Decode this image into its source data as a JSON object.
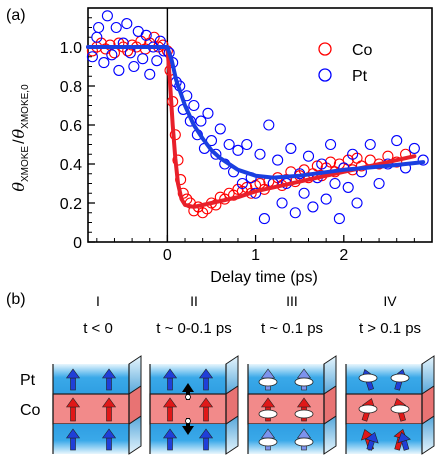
{
  "panel_a": {
    "label": "(a)",
    "xlabel": "Delay time (ps)",
    "ylabel_theta": "θ",
    "ylabel_num_sub": "XMOKE",
    "ylabel_den_sub": "XMOKE,0",
    "ylabel_slash": "/"
  },
  "panel_b": {
    "label": "(b)",
    "layer_labels": {
      "top": "Pt",
      "middle": "Co"
    },
    "stages": [
      {
        "numeral": "I",
        "condition": "t < 0"
      },
      {
        "numeral": "II",
        "condition": "t ~ 0-0.1 ps"
      },
      {
        "numeral": "III",
        "condition": "t ~ 0.1 ps"
      },
      {
        "numeral": "IV",
        "condition": "t > 0.1 ps"
      }
    ]
  },
  "colors": {
    "co": "#ff0000",
    "pt": "#0000ff",
    "co_fit": "#e8202a",
    "pt_fit": "#1a3fe0",
    "pt_layer": "#33a6e8",
    "co_layer": "#f28a8a"
  },
  "chart_data": {
    "type": "scatter",
    "xlabel": "Delay time (ps)",
    "ylabel": "θXMOKE / θXMOKE,0",
    "xlim": [
      -0.9,
      3.0
    ],
    "ylim": [
      0.0,
      1.2
    ],
    "x_ticks": [
      0,
      1,
      2
    ],
    "x_tick_labels": [
      "0",
      "1",
      "2"
    ],
    "y_ticks": [
      0.0,
      0.2,
      0.4,
      0.6,
      0.8,
      1.0
    ],
    "y_tick_labels": [
      "0",
      "0.2",
      "0.4",
      "0.6",
      "0.8",
      "1.0"
    ],
    "legend_position": "top-right",
    "series": [
      {
        "name": "Co",
        "color": "#ff0000",
        "marker": "open-circle",
        "points": [
          [
            -0.85,
            0.98
          ],
          [
            -0.8,
            1.0
          ],
          [
            -0.75,
            1.02
          ],
          [
            -0.7,
            0.99
          ],
          [
            -0.65,
            1.01
          ],
          [
            -0.6,
            0.97
          ],
          [
            -0.55,
            1.02
          ],
          [
            -0.5,
            1.0
          ],
          [
            -0.45,
            0.98
          ],
          [
            -0.4,
            1.01
          ],
          [
            -0.35,
            1.0
          ],
          [
            -0.3,
            1.03
          ],
          [
            -0.25,
            0.99
          ],
          [
            -0.2,
            1.02
          ],
          [
            -0.15,
            1.05
          ],
          [
            -0.1,
            1.0
          ],
          [
            -0.05,
            1.01
          ],
          [
            0.0,
            0.98
          ],
          [
            0.03,
            0.88
          ],
          [
            0.06,
            0.72
          ],
          [
            0.09,
            0.55
          ],
          [
            0.12,
            0.42
          ],
          [
            0.15,
            0.32
          ],
          [
            0.18,
            0.25
          ],
          [
            0.22,
            0.22
          ],
          [
            0.26,
            0.2
          ],
          [
            0.3,
            0.16
          ],
          [
            0.35,
            0.18
          ],
          [
            0.4,
            0.15
          ],
          [
            0.45,
            0.17
          ],
          [
            0.5,
            0.2
          ],
          [
            0.55,
            0.19
          ],
          [
            0.6,
            0.23
          ],
          [
            0.65,
            0.22
          ],
          [
            0.7,
            0.25
          ],
          [
            0.75,
            0.24
          ],
          [
            0.8,
            0.27
          ],
          [
            0.85,
            0.26
          ],
          [
            0.9,
            0.28
          ],
          [
            0.95,
            0.25
          ],
          [
            1.0,
            0.29
          ],
          [
            1.05,
            0.3
          ],
          [
            1.1,
            0.27
          ],
          [
            1.15,
            0.31
          ],
          [
            1.2,
            0.3
          ],
          [
            1.25,
            0.33
          ],
          [
            1.3,
            0.29
          ],
          [
            1.35,
            0.32
          ],
          [
            1.4,
            0.36
          ],
          [
            1.45,
            0.31
          ],
          [
            1.5,
            0.34
          ],
          [
            1.55,
            0.37
          ],
          [
            1.6,
            0.33
          ],
          [
            1.65,
            0.35
          ],
          [
            1.7,
            0.39
          ],
          [
            1.75,
            0.34
          ],
          [
            1.8,
            0.38
          ],
          [
            1.85,
            0.41
          ],
          [
            1.9,
            0.36
          ],
          [
            1.95,
            0.4
          ],
          [
            2.0,
            0.38
          ],
          [
            2.05,
            0.42
          ],
          [
            2.1,
            0.37
          ],
          [
            2.15,
            0.43
          ],
          [
            2.2,
            0.39
          ],
          [
            2.3,
            0.42
          ],
          [
            2.4,
            0.4
          ],
          [
            2.5,
            0.44
          ],
          [
            2.6,
            0.41
          ],
          [
            2.7,
            0.45
          ]
        ],
        "fit": [
          [
            -0.9,
            1.0
          ],
          [
            0.0,
            1.0
          ],
          [
            0.03,
            0.82
          ],
          [
            0.06,
            0.6
          ],
          [
            0.09,
            0.43
          ],
          [
            0.12,
            0.3
          ],
          [
            0.16,
            0.22
          ],
          [
            0.2,
            0.19
          ],
          [
            0.3,
            0.18
          ],
          [
            0.5,
            0.2
          ],
          [
            0.8,
            0.23
          ],
          [
            1.0,
            0.26
          ],
          [
            1.5,
            0.31
          ],
          [
            2.0,
            0.36
          ],
          [
            2.5,
            0.41
          ],
          [
            2.8,
            0.44
          ]
        ]
      },
      {
        "name": "Pt",
        "color": "#0000ff",
        "marker": "open-circle",
        "points": [
          [
            -0.85,
            0.95
          ],
          [
            -0.8,
            1.05
          ],
          [
            -0.78,
            1.1
          ],
          [
            -0.72,
            0.92
          ],
          [
            -0.68,
            1.16
          ],
          [
            -0.63,
            0.96
          ],
          [
            -0.58,
            1.1
          ],
          [
            -0.55,
            0.88
          ],
          [
            -0.5,
            1.02
          ],
          [
            -0.46,
            1.12
          ],
          [
            -0.42,
            0.97
          ],
          [
            -0.38,
            0.9
          ],
          [
            -0.33,
            1.08
          ],
          [
            -0.28,
            0.94
          ],
          [
            -0.24,
            1.06
          ],
          [
            -0.2,
            0.86
          ],
          [
            -0.16,
            1.0
          ],
          [
            -0.12,
            0.93
          ],
          [
            -0.08,
            1.03
          ],
          [
            -0.04,
            0.98
          ],
          [
            0.02,
            0.97
          ],
          [
            0.06,
            0.92
          ],
          [
            0.1,
            0.82
          ],
          [
            0.14,
            0.8
          ],
          [
            0.18,
            0.68
          ],
          [
            0.22,
            0.75
          ],
          [
            0.26,
            0.62
          ],
          [
            0.3,
            0.7
          ],
          [
            0.34,
            0.55
          ],
          [
            0.38,
            0.62
          ],
          [
            0.42,
            0.48
          ],
          [
            0.46,
            0.66
          ],
          [
            0.5,
            0.52
          ],
          [
            0.55,
            0.45
          ],
          [
            0.6,
            0.58
          ],
          [
            0.65,
            0.4
          ],
          [
            0.7,
            0.5
          ],
          [
            0.75,
            0.36
          ],
          [
            0.8,
            0.47
          ],
          [
            0.85,
            0.3
          ],
          [
            0.9,
            0.5
          ],
          [
            0.95,
            0.33
          ],
          [
            1.0,
            0.25
          ],
          [
            1.05,
            0.45
          ],
          [
            1.1,
            0.12
          ],
          [
            1.15,
            0.6
          ],
          [
            1.2,
            0.3
          ],
          [
            1.25,
            0.42
          ],
          [
            1.3,
            0.2
          ],
          [
            1.35,
            0.3
          ],
          [
            1.4,
            0.48
          ],
          [
            1.45,
            0.15
          ],
          [
            1.5,
            0.35
          ],
          [
            1.55,
            0.25
          ],
          [
            1.6,
            0.44
          ],
          [
            1.65,
            0.18
          ],
          [
            1.7,
            0.33
          ],
          [
            1.75,
            0.4
          ],
          [
            1.8,
            0.22
          ],
          [
            1.85,
            0.5
          ],
          [
            1.9,
            0.3
          ],
          [
            1.95,
            0.12
          ],
          [
            2.0,
            0.38
          ],
          [
            2.05,
            0.28
          ],
          [
            2.1,
            0.45
          ],
          [
            2.15,
            0.2
          ],
          [
            2.2,
            0.36
          ],
          [
            2.3,
            0.5
          ],
          [
            2.4,
            0.3
          ],
          [
            2.5,
            0.4
          ],
          [
            2.6,
            0.52
          ],
          [
            2.7,
            0.38
          ],
          [
            2.8,
            0.48
          ],
          [
            2.9,
            0.42
          ]
        ],
        "fit": [
          [
            -0.9,
            1.0
          ],
          [
            0.0,
            1.0
          ],
          [
            0.05,
            0.93
          ],
          [
            0.1,
            0.83
          ],
          [
            0.2,
            0.7
          ],
          [
            0.3,
            0.6
          ],
          [
            0.4,
            0.53
          ],
          [
            0.5,
            0.47
          ],
          [
            0.6,
            0.43
          ],
          [
            0.8,
            0.37
          ],
          [
            1.0,
            0.34
          ],
          [
            1.2,
            0.33
          ],
          [
            1.5,
            0.34
          ],
          [
            2.0,
            0.37
          ],
          [
            2.5,
            0.39
          ],
          [
            2.9,
            0.41
          ]
        ]
      }
    ]
  }
}
